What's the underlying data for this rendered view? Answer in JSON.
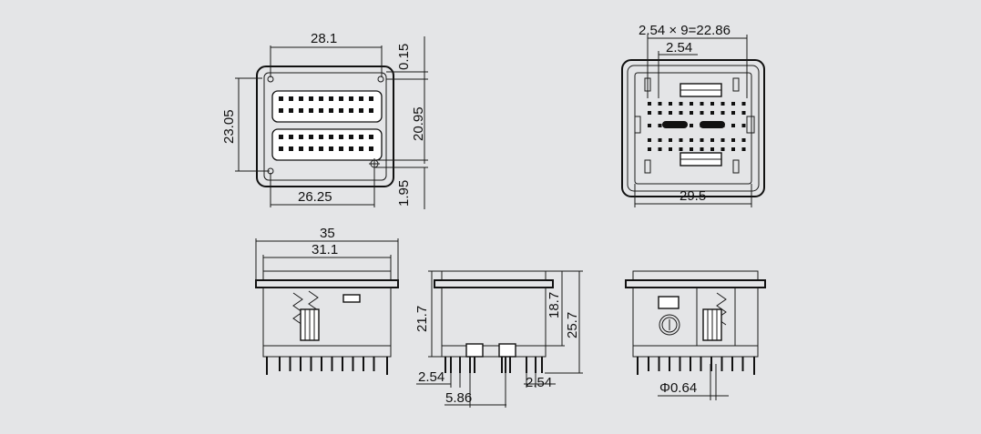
{
  "background_color": "#e4e5e7",
  "line_color": "#111111",
  "views": {
    "front": {
      "width_top": "28.1",
      "top_gap": "0.15",
      "height_left": "23.05",
      "height_right": "20.95",
      "width_bottom": "26.25",
      "bottom_offset": "1.95"
    },
    "rear": {
      "pitch_total": "2.54 × 9=22.86",
      "pitch": "2.54",
      "width_bottom": "29.5"
    },
    "side_left": {
      "overall_width": "35",
      "body_width": "31.1"
    },
    "side_middle": {
      "height_left": "21.7",
      "height_right_inner": "18.7",
      "height_right_outer": "25.7",
      "pin_pitch_left": "2.54",
      "pin_pitch_right": "2.54",
      "pin_span": "5.86"
    },
    "side_right": {
      "pin_diameter": "Φ0.64"
    }
  }
}
